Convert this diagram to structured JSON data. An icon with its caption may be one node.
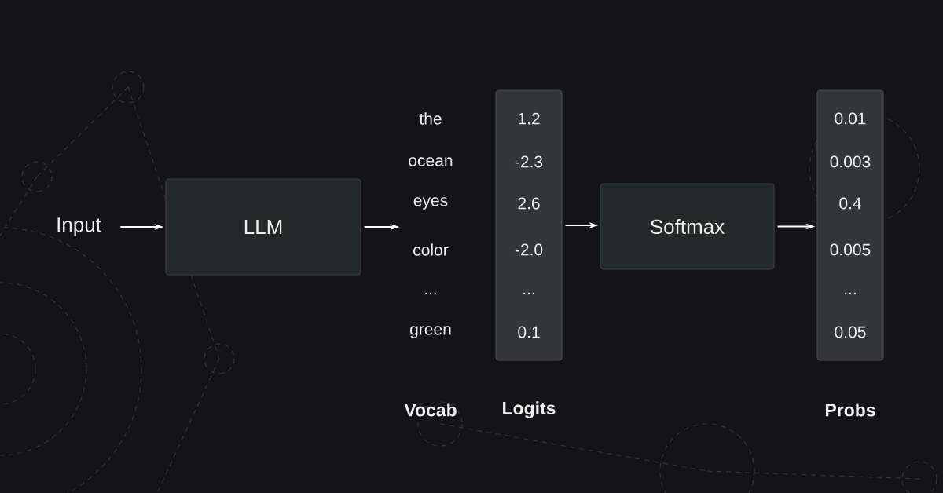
{
  "diagram": {
    "nodes": [
      {
        "text": [
          "Input"
        ]
      },
      {
        "text": [
          "LLM"
        ]
      },
      {
        "text": [
          "the",
          "ocean",
          "eyes",
          "color",
          "...",
          "green"
        ],
        "beside": [
          "Vocab"
        ]
      },
      {
        "text": [
          "1.2",
          "-2.3",
          "2.6",
          "-2.0",
          "...",
          "0.1"
        ],
        "beside": [
          "Logits"
        ]
      },
      {
        "text": [
          "Softmax"
        ]
      },
      {
        "text": [
          "0.01",
          "0.003",
          "0.4",
          "0.005",
          "...",
          "0.05"
        ],
        "beside": [
          "Probs"
        ]
      }
    ],
    "edges": [
      {
        "from": 0,
        "to": 1,
        "arrow": "to"
      },
      {
        "from": 1,
        "to": 2,
        "arrow": "to"
      },
      {
        "from": 3,
        "to": 4,
        "arrow": "to"
      },
      {
        "from": 4,
        "to": 5,
        "arrow": "to"
      }
    ]
  }
}
